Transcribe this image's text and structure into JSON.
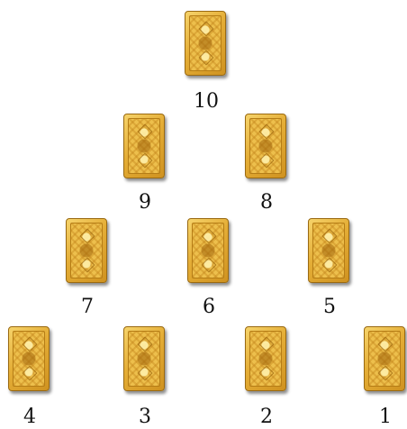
{
  "spread": {
    "card_back_color": "#e4ad36",
    "positions": [
      {
        "label": "10"
      },
      {
        "label": "9"
      },
      {
        "label": "8"
      },
      {
        "label": "7"
      },
      {
        "label": "6"
      },
      {
        "label": "5"
      },
      {
        "label": "4"
      },
      {
        "label": "3"
      },
      {
        "label": "2"
      },
      {
        "label": "1"
      }
    ]
  }
}
